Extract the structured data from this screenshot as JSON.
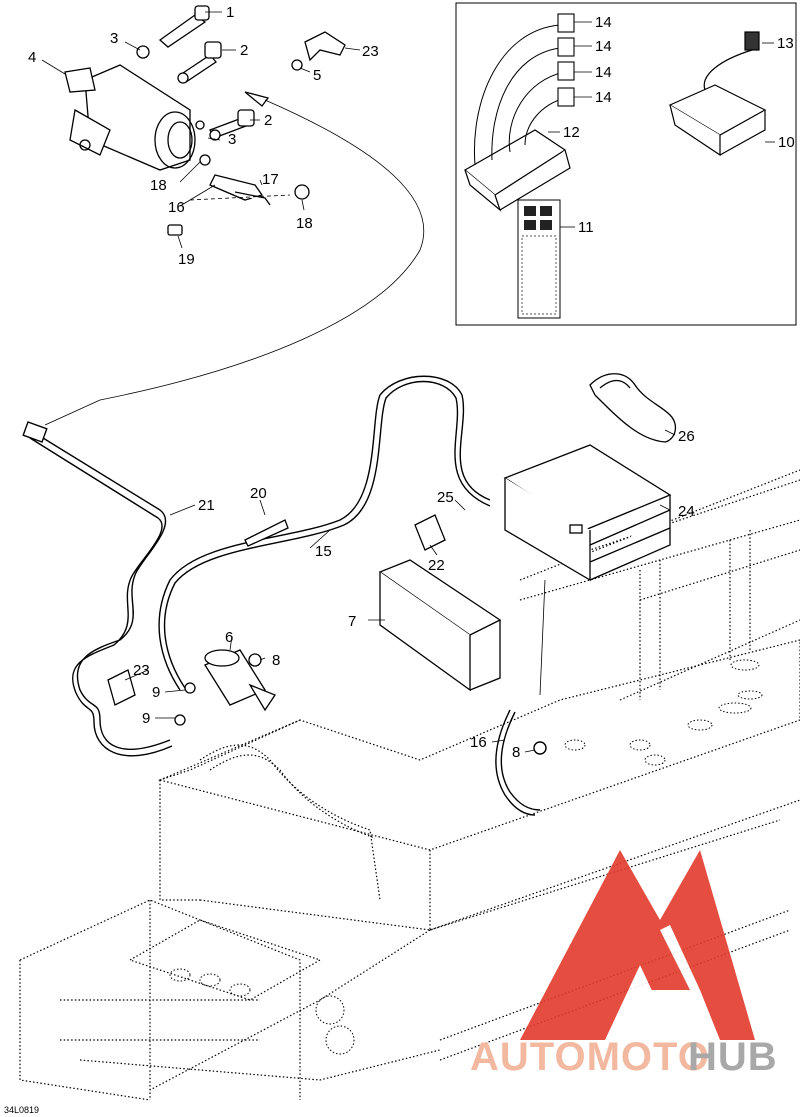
{
  "diagram": {
    "drawing_code": "34L0819",
    "callouts": [
      {
        "id": "c1",
        "label": "1"
      },
      {
        "id": "c2a",
        "label": "2"
      },
      {
        "id": "c2b",
        "label": "2"
      },
      {
        "id": "c3a",
        "label": "3"
      },
      {
        "id": "c3b",
        "label": "3"
      },
      {
        "id": "c4",
        "label": "4"
      },
      {
        "id": "c5",
        "label": "5"
      },
      {
        "id": "c6",
        "label": "6"
      },
      {
        "id": "c7",
        "label": "7"
      },
      {
        "id": "c8a",
        "label": "8"
      },
      {
        "id": "c8b",
        "label": "8"
      },
      {
        "id": "c9a",
        "label": "9"
      },
      {
        "id": "c9b",
        "label": "9"
      },
      {
        "id": "c10",
        "label": "10"
      },
      {
        "id": "c11",
        "label": "11"
      },
      {
        "id": "c12",
        "label": "12"
      },
      {
        "id": "c13",
        "label": "13"
      },
      {
        "id": "c14a",
        "label": "14"
      },
      {
        "id": "c14b",
        "label": "14"
      },
      {
        "id": "c14c",
        "label": "14"
      },
      {
        "id": "c14d",
        "label": "14"
      },
      {
        "id": "c15",
        "label": "15"
      },
      {
        "id": "c16a",
        "label": "16"
      },
      {
        "id": "c16b",
        "label": "16"
      },
      {
        "id": "c17",
        "label": "17"
      },
      {
        "id": "c18a",
        "label": "18"
      },
      {
        "id": "c18b",
        "label": "18"
      },
      {
        "id": "c19",
        "label": "19"
      },
      {
        "id": "c20",
        "label": "20"
      },
      {
        "id": "c21",
        "label": "21"
      },
      {
        "id": "c22",
        "label": "22"
      },
      {
        "id": "c23a",
        "label": "23"
      },
      {
        "id": "c23b",
        "label": "23"
      },
      {
        "id": "c24",
        "label": "24"
      },
      {
        "id": "c25",
        "label": "25"
      },
      {
        "id": "c26",
        "label": "26"
      }
    ]
  },
  "watermark": {
    "part1": "AUTOMOTO",
    "part2": "HUB",
    "color_part1": "#f2b8a0",
    "color_part2": "#a8a8a8",
    "logo_color": "#e23a2c"
  }
}
